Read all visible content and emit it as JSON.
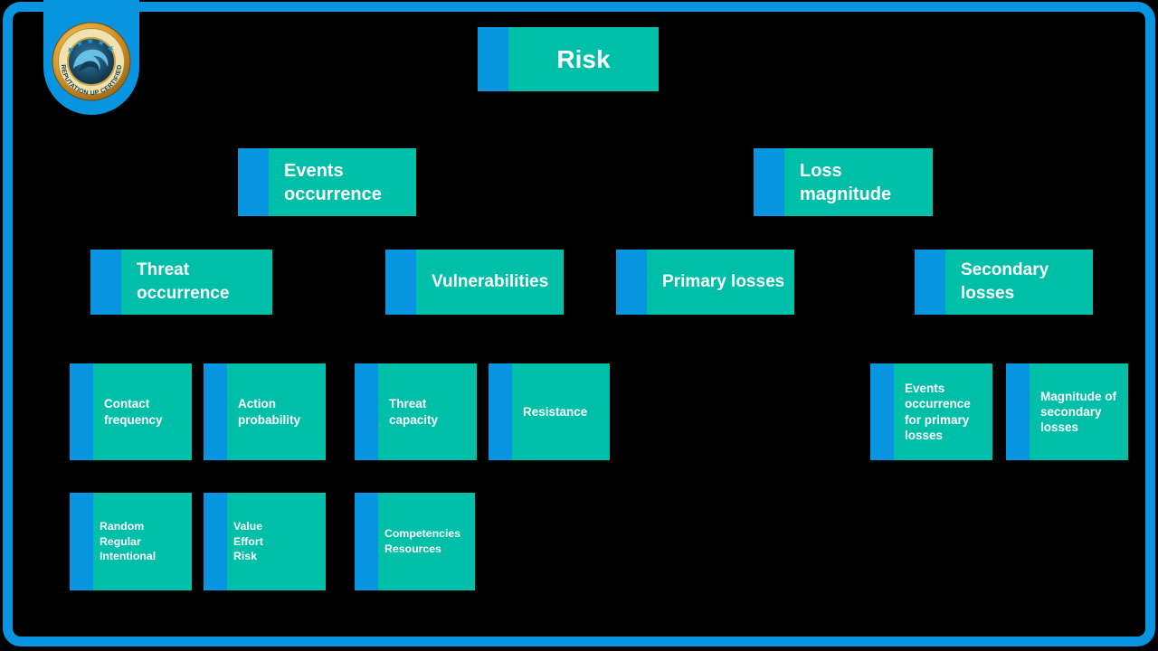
{
  "badge": {
    "stars": "★★★★★",
    "arc_text": "REPUTATION UP CERTIFIED"
  },
  "colors": {
    "background": "#000000",
    "frame_blue": "#0795e1",
    "accent_blue": "#0795e1",
    "box_teal": "#00bfa8",
    "text": "#ffffff",
    "badge_gold": "#d99a2b",
    "badge_navy": "#123a55"
  },
  "nodes": {
    "risk": {
      "label": "Risk"
    },
    "events_occurrence": {
      "label": "Events occurrence"
    },
    "loss_magnitude": {
      "label": "Loss magnitude"
    },
    "threat_occurrence": {
      "label": "Threat occurrence"
    },
    "vulnerabilities": {
      "label": "Vulnerabilities"
    },
    "primary_losses": {
      "label": "Primary losses"
    },
    "secondary_losses": {
      "label": "Secondary losses"
    },
    "contact_frequency": {
      "label": "Contact frequency"
    },
    "action_probability": {
      "label": "Action probability"
    },
    "threat_capacity": {
      "label": "Threat capacity"
    },
    "resistance": {
      "label": "Resistance"
    },
    "events_occurrence_primary": {
      "label": "Events occurrence for primary losses"
    },
    "magnitude_secondary": {
      "label": "Magnitude of secondary losses"
    },
    "contact_frequency_types": {
      "items": [
        "Random",
        "Regular",
        "Intentional"
      ]
    },
    "action_probability_factors": {
      "items": [
        "Value",
        "Effort",
        "Risk"
      ]
    },
    "threat_capacity_factors": {
      "items": [
        "Competencies",
        "Resources"
      ]
    }
  },
  "chart_data": {
    "type": "tree",
    "title": "Risk",
    "root": {
      "label": "Risk",
      "children": [
        {
          "label": "Events occurrence",
          "children": [
            {
              "label": "Threat occurrence",
              "children": [
                {
                  "label": "Contact frequency",
                  "children": [
                    {
                      "label": "Random"
                    },
                    {
                      "label": "Regular"
                    },
                    {
                      "label": "Intentional"
                    }
                  ]
                },
                {
                  "label": "Action probability",
                  "children": [
                    {
                      "label": "Value"
                    },
                    {
                      "label": "Effort"
                    },
                    {
                      "label": "Risk"
                    }
                  ]
                }
              ]
            },
            {
              "label": "Vulnerabilities",
              "children": [
                {
                  "label": "Threat capacity",
                  "children": [
                    {
                      "label": "Competencies"
                    },
                    {
                      "label": "Resources"
                    }
                  ]
                },
                {
                  "label": "Resistance"
                }
              ]
            }
          ]
        },
        {
          "label": "Loss magnitude",
          "children": [
            {
              "label": "Primary losses"
            },
            {
              "label": "Secondary losses",
              "children": [
                {
                  "label": "Events occurrence for primary losses"
                },
                {
                  "label": "Magnitude of secondary losses"
                }
              ]
            }
          ]
        }
      ]
    }
  }
}
